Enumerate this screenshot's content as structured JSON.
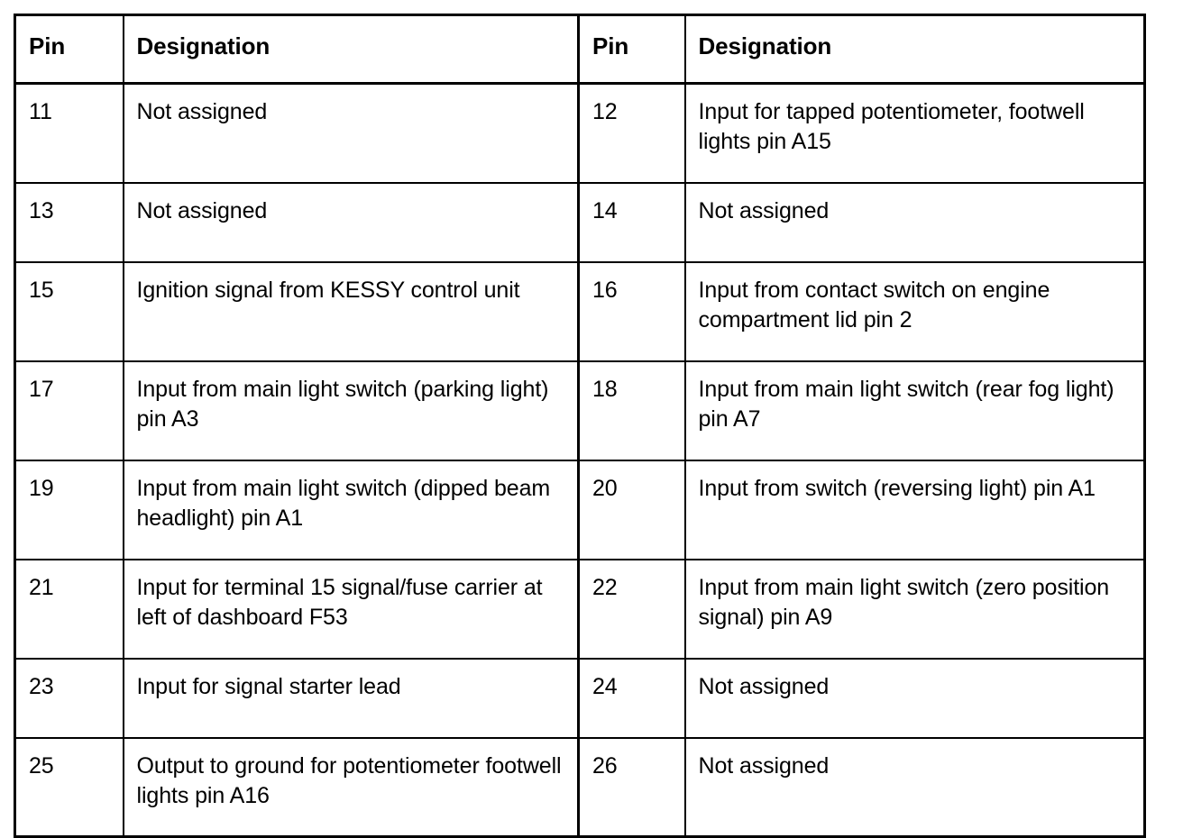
{
  "table": {
    "name": "pin-assignment-table",
    "columns": [
      "Pin",
      "Designation",
      "Pin",
      "Designation"
    ],
    "headers": {
      "pin_left": "Pin",
      "designation_left": "Designation",
      "pin_right": "Pin",
      "designation_right": "Designation"
    },
    "rows": [
      {
        "pin_left": "11",
        "designation_left": "Not assigned",
        "pin_right": "12",
        "designation_right": "Input for tapped potentiometer, footwell lights pin A15"
      },
      {
        "pin_left": "13",
        "designation_left": "Not assigned",
        "pin_right": "14",
        "designation_right": "Not assigned"
      },
      {
        "pin_left": "15",
        "designation_left": "Ignition signal from KESSY control unit",
        "pin_right": "16",
        "designation_right": "Input from contact switch on engine compartment lid pin 2"
      },
      {
        "pin_left": "17",
        "designation_left": "Input from main light switch (parking light) pin A3",
        "pin_right": "18",
        "designation_right": "Input from main light switch (rear fog light) pin A7"
      },
      {
        "pin_left": "19",
        "designation_left": "Input from main light switch (dipped beam headlight) pin A1",
        "pin_right": "20",
        "designation_right": "Input from switch (reversing light) pin A1"
      },
      {
        "pin_left": "21",
        "designation_left": "Input for terminal 15 signal/fuse carrier at left of dashboard F53",
        "pin_right": "22",
        "designation_right": "Input from main light switch (zero position signal) pin A9"
      },
      {
        "pin_left": "23",
        "designation_left": "Input for signal starter lead",
        "pin_right": "24",
        "designation_right": "Not assigned"
      },
      {
        "pin_left": "25",
        "designation_left": "Output to ground for potentiometer footwell lights pin A16",
        "pin_right": "26",
        "designation_right": "Not assigned"
      }
    ]
  },
  "colors": {
    "background": "#ffffff",
    "text": "#000000",
    "border": "#000000"
  }
}
